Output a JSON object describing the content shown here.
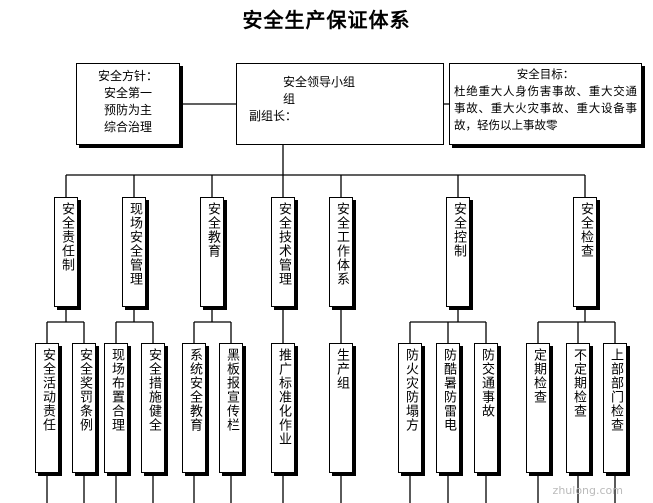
{
  "title": "安全生产保证体系",
  "policy": {
    "lines": [
      "安全方针：",
      "安全第一",
      "预防为主",
      "综合治理"
    ]
  },
  "leader": {
    "lines": [
      "安全领导小组",
      "组",
      "副组长："
    ]
  },
  "goal": {
    "title": "安全目标：",
    "text": "杜绝重大人身伤害事故、重大交通事故、重大火灾事故、重大设备事故，轻伤以上事故零"
  },
  "branches": [
    {
      "label": "安全责任制",
      "children": [
        "安全活动责任",
        "安全奖罚条例"
      ]
    },
    {
      "label": "现场安全管理",
      "children": [
        "现场布置合理",
        "安全措施健全"
      ]
    },
    {
      "label": "安全教育",
      "children": [
        "系统安全教育",
        "黑板报宣传栏"
      ]
    },
    {
      "label": "安全技术管理",
      "children": [
        "推广标准化作业"
      ]
    },
    {
      "label": "安全工作体系",
      "children": [
        "生产组"
      ]
    },
    {
      "label": "安全控制",
      "children": [
        "防火灾防塌方",
        "防酷暑防雷电",
        "防交通事故"
      ]
    },
    {
      "label": "安全检查",
      "children": [
        "定期检查",
        "不定期检查",
        "上部部门检查"
      ]
    }
  ],
  "watermark": "zhulong.com"
}
